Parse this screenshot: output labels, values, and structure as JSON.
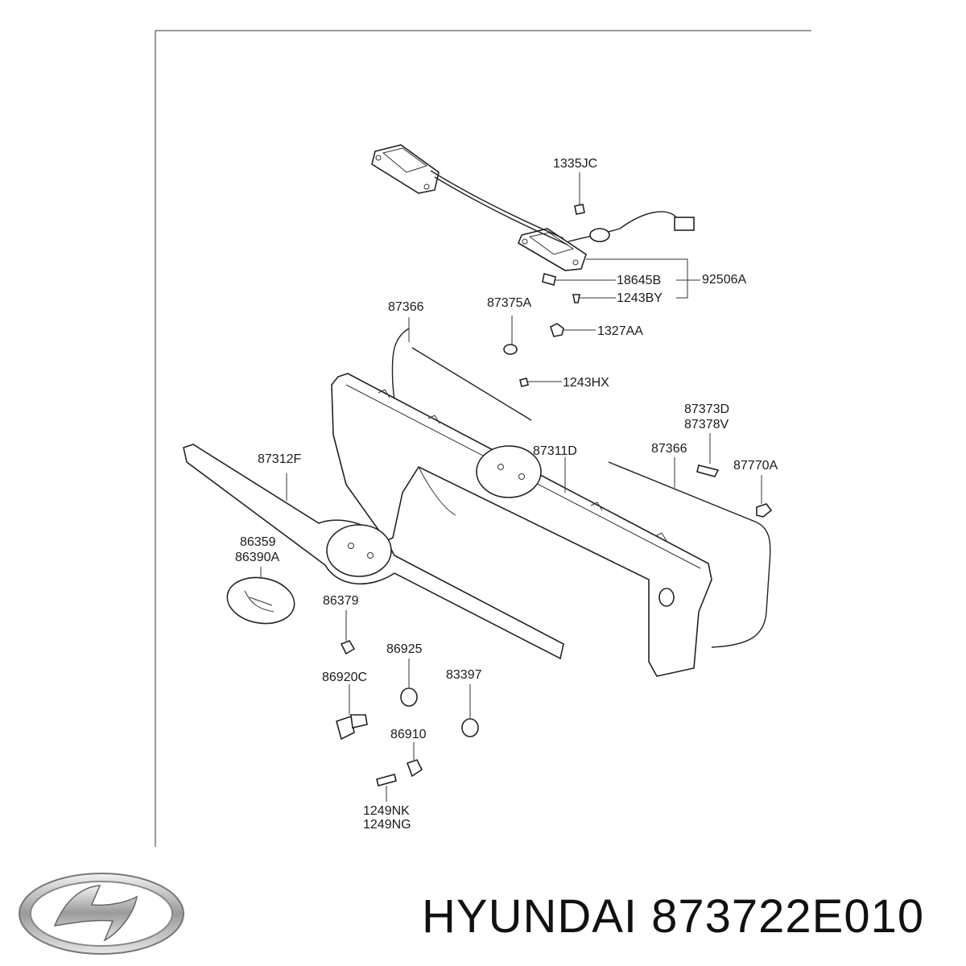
{
  "diagram": {
    "labels": {
      "l1335JC": "1335JC",
      "l92506A": "92506A",
      "l18645B": "18645B",
      "l1243BY": "1243BY",
      "l87366a": "87366",
      "l87375A": "87375A",
      "l1327AA": "1327AA",
      "l1243HX": "1243HX",
      "l87373D": "87373D",
      "l87378V": "87378V",
      "l87311D": "87311D",
      "l87366b": "87366",
      "l87770A": "87770A",
      "l87312F": "87312F",
      "l86359": "86359",
      "l86390A": "86390A",
      "l86379": "86379",
      "l86925": "86925",
      "l83397": "83397",
      "l86920C": "86920C",
      "l86910": "86910",
      "l1249NK": "1249NK",
      "l1249NG": "1249NG"
    }
  },
  "footer": {
    "brand_logo": "hyundai-logo",
    "title": "HYUNDAI 873722E010"
  }
}
